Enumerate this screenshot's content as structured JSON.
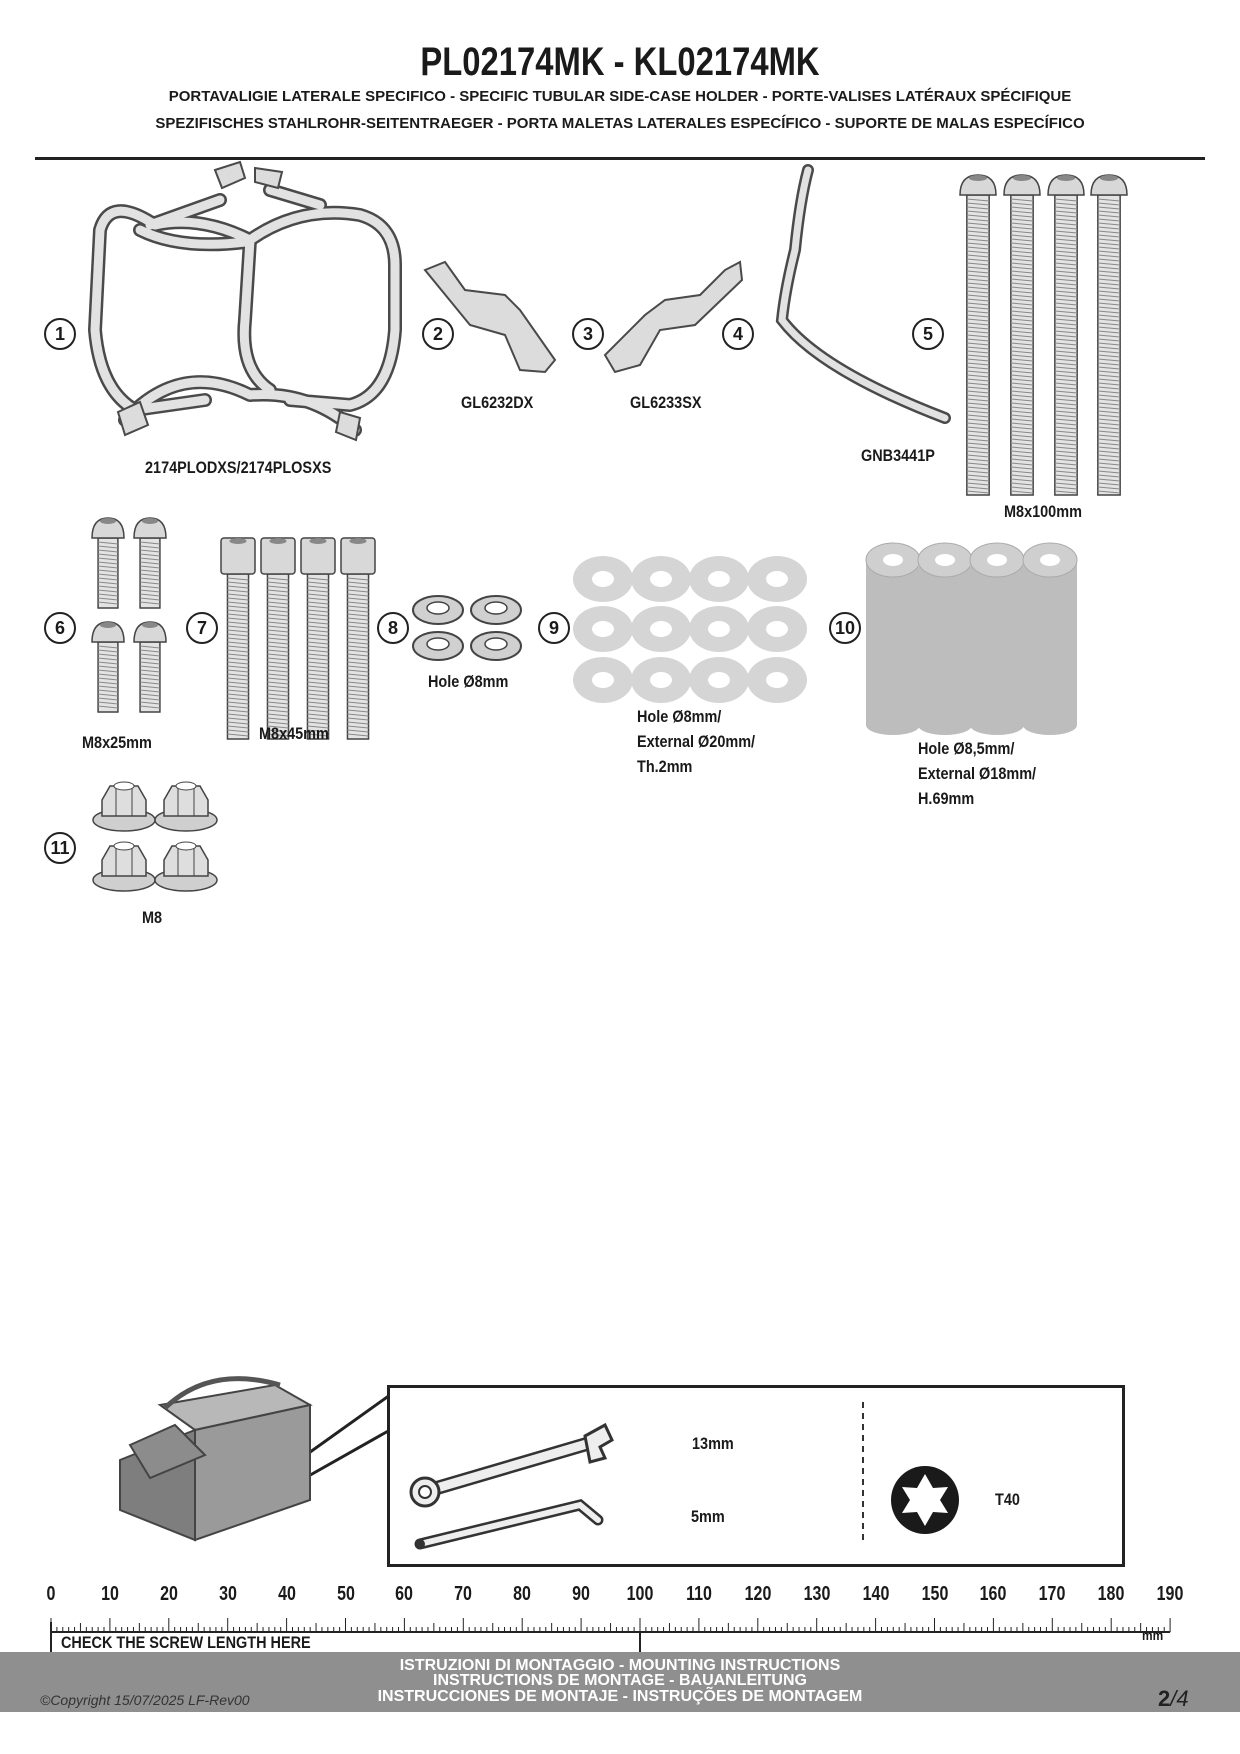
{
  "header": {
    "title": "PL02174MK - KL02174MK",
    "subtitle_1": "PORTAVALIGIE LATERALE SPECIFICO  -  SPECIFIC TUBULAR SIDE-CASE HOLDER  - PORTE-VALISES LATÉRAUX SPÉCIFIQUE",
    "subtitle_2": "SPEZIFISCHES STAHLROHR-SEITENTRAEGER - PORTA MALETAS LATERALES ESPECÍFICO - SUPORTE DE MALAS ESPECÍFICO"
  },
  "parts": [
    {
      "number": "1",
      "label": "2174PLODXS/2174PLOSXS"
    },
    {
      "number": "2",
      "label": "GL6232DX"
    },
    {
      "number": "3",
      "label": "GL6233SX"
    },
    {
      "number": "4",
      "label": "GNB3441P"
    },
    {
      "number": "5",
      "label": "M8x100mm"
    },
    {
      "number": "6",
      "label": "M8x25mm"
    },
    {
      "number": "7",
      "label": "M8x45mm"
    },
    {
      "number": "8",
      "label": "Hole Ø8mm"
    },
    {
      "number": "9",
      "label": "Hole Ø8mm/\nExternal Ø20mm/\nTh.2mm"
    },
    {
      "number": "10",
      "label": "Hole Ø8,5mm/\nExternal Ø18mm/\nH.69mm"
    },
    {
      "number": "11",
      "label": "M8"
    }
  ],
  "tools": {
    "wrench_size": "13mm",
    "allen_size": "5mm",
    "torx_size": "T40"
  },
  "ruler": {
    "ticks": [
      "0",
      "10",
      "20",
      "30",
      "40",
      "50",
      "60",
      "70",
      "80",
      "90",
      "100",
      "110",
      "120",
      "130",
      "140",
      "150",
      "160",
      "170",
      "180",
      "190"
    ],
    "unit": "mm",
    "caption": "CHECK THE SCREW LENGTH HERE"
  },
  "footer": {
    "line_1": "ISTRUZIONI DI MONTAGGIO  -  MOUNTING INSTRUCTIONS",
    "line_2": "INSTRUCTIONS DE MONTAGE - BAUANLEITUNG",
    "line_3": "INSTRUCCIONES DE MONTAJE - INSTRUÇÕES DE MONTAGEM",
    "copyright": "©Copyright 15/07/2025 LF-Rev00",
    "page_current": "2",
    "page_total": "/4"
  }
}
